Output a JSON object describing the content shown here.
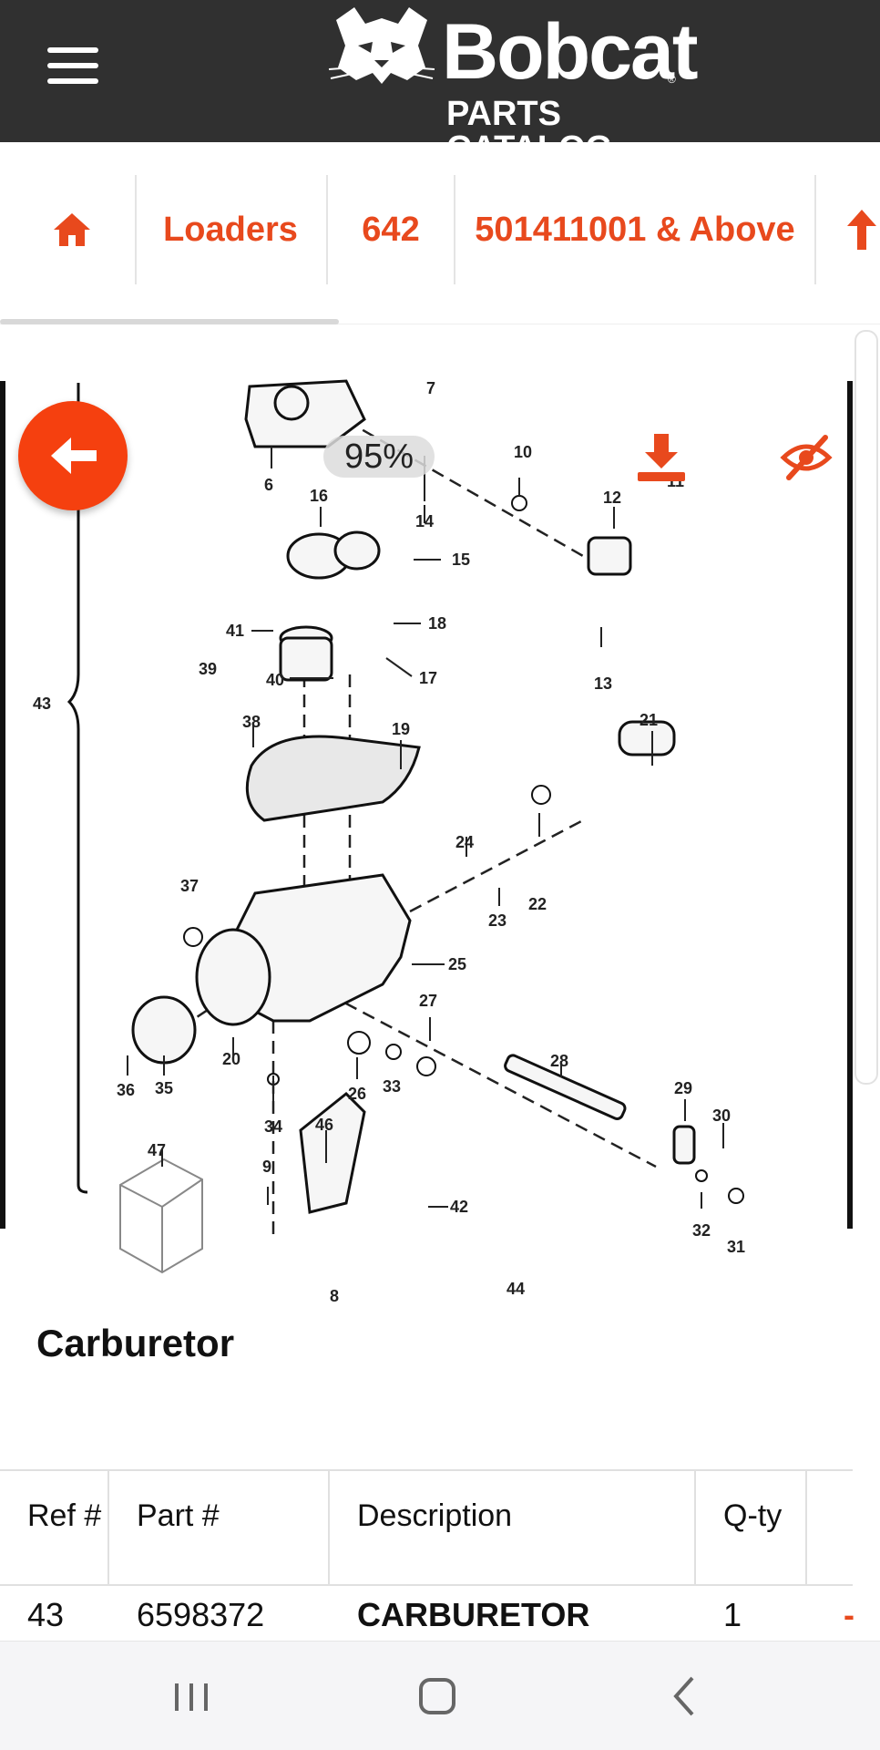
{
  "header": {
    "brand": "Bobcat",
    "subtitle": "PARTS CATALOG",
    "reg_mark": "®"
  },
  "breadcrumb": {
    "items": [
      "Loaders",
      "642",
      "501411001 & Above"
    ]
  },
  "viewer": {
    "zoom": "95%",
    "callouts": {
      "c6": "6",
      "c7": "7",
      "c8": "8",
      "c9": "9",
      "c10": "10",
      "c11": "11",
      "c12": "12",
      "c13": "13",
      "c14": "14",
      "c15": "15",
      "c16": "16",
      "c17": "17",
      "c18": "18",
      "c19": "19",
      "c20": "20",
      "c21": "21",
      "c22": "22",
      "c23": "23",
      "c24": "24",
      "c25": "25",
      "c26": "26",
      "c27": "27",
      "c28": "28",
      "c29": "29",
      "c30": "30",
      "c31": "31",
      "c32": "32",
      "c33": "33",
      "c34": "34",
      "c35": "35",
      "c36": "36",
      "c37": "37",
      "c38": "38",
      "c39": "39",
      "c40": "40",
      "c41": "41",
      "c42": "42",
      "c43": "43",
      "c44": "44",
      "c46": "46",
      "c47": "47"
    }
  },
  "part": {
    "title": "Carburetor"
  },
  "table": {
    "headers": [
      "Ref #",
      "Part #",
      "Description",
      "Q-ty"
    ],
    "rows": [
      [
        "43",
        "6598372",
        "CARBURETOR",
        "1"
      ]
    ]
  },
  "colors": {
    "accent": "#e8491d",
    "header_bg": "#303030"
  }
}
